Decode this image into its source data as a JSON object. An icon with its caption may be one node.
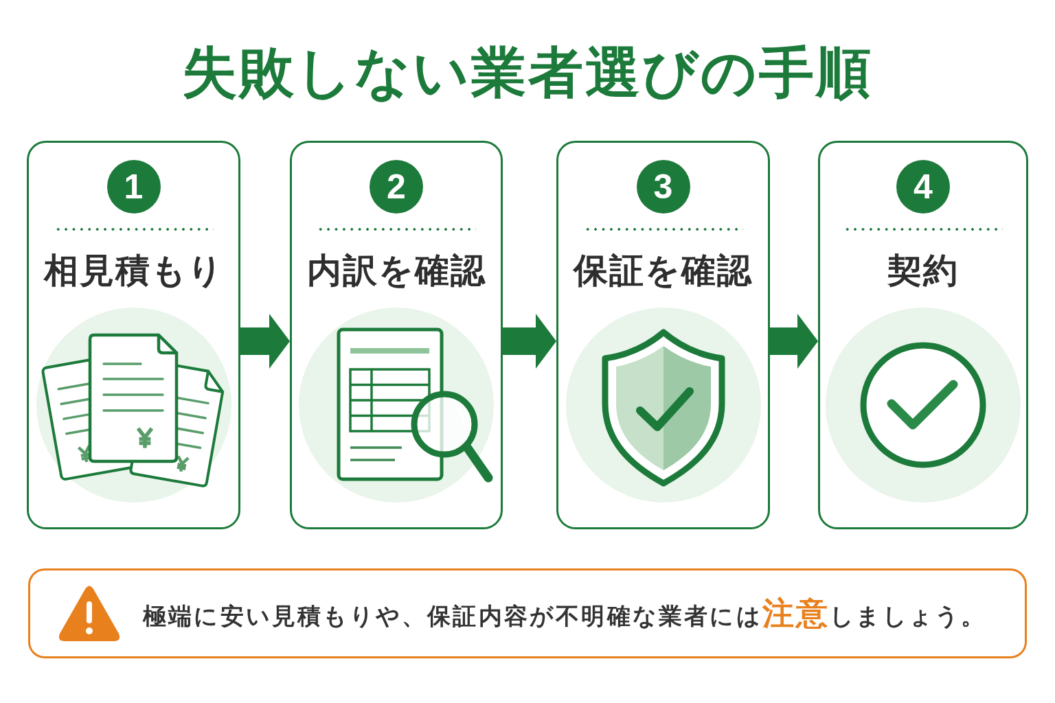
{
  "diagram": {
    "title": "失敗しない業者選びの手順",
    "nodes": [
      {
        "text": [
          "1",
          "相見積もり"
        ]
      },
      {
        "text": [
          "2",
          "内訳を確認"
        ]
      },
      {
        "text": [
          "3",
          "保証を確認"
        ]
      },
      {
        "text": [
          "4",
          "契約"
        ]
      },
      {
        "text": [
          "極端に安い見積もりや、保証内容が不明確な業者には**注意**しましょう。"
        ]
      }
    ],
    "edges": [
      {
        "from": 0,
        "to": 1,
        "arrow": "to"
      },
      {
        "from": 1,
        "to": 2,
        "arrow": "to"
      },
      {
        "from": 2,
        "to": 3,
        "arrow": "to"
      }
    ]
  }
}
